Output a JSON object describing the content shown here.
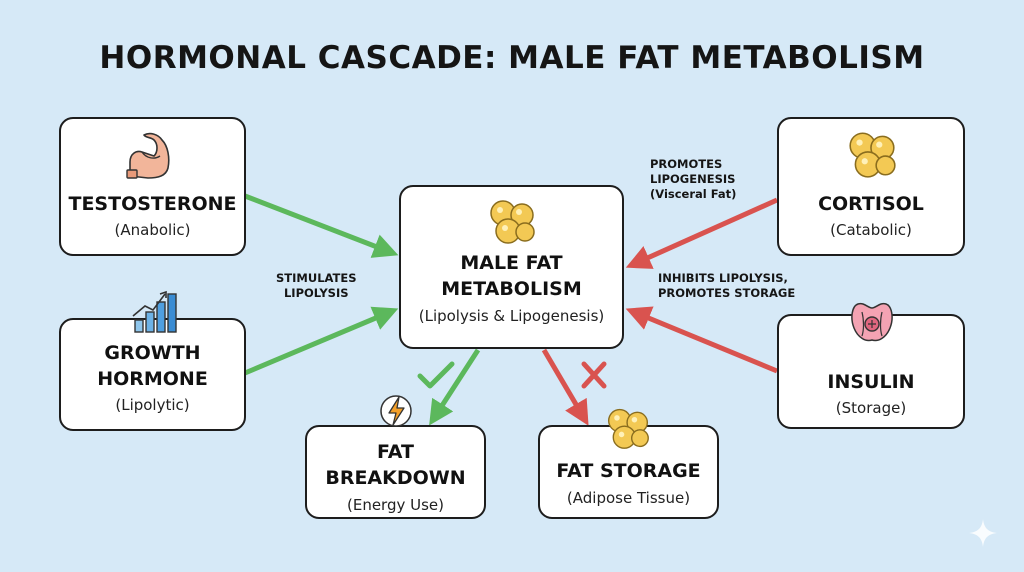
{
  "title": "HORMONAL CASCADE: MALE FAT METABOLISM",
  "colors": {
    "stimulate": "#5cb85c",
    "inhibit": "#d9534f",
    "background": "#d6e9f7",
    "fat_cell": "#f3c954"
  },
  "nodes": {
    "testosterone": {
      "name": "TESTOSTERONE",
      "sub": "(Anabolic)",
      "icon": "flexed-arm-icon"
    },
    "growth_hormone": {
      "name": "GROWTH\nHORMONE",
      "sub": "(Lipolytic)",
      "icon": "rising-bar-chart-icon"
    },
    "center": {
      "name": "MALE FAT\nMETABOLISM",
      "sub": "(Lipolysis & Lipogenesis)",
      "icon": "fat-cells-icon"
    },
    "cortisol": {
      "name": "CORTISOL",
      "sub": "(Catabolic)",
      "icon": "fat-cells-icon"
    },
    "insulin": {
      "name": "INSULIN",
      "sub": "(Storage)",
      "icon": "pancreas-icon"
    },
    "breakdown": {
      "name": "FAT\nBREAKDOWN",
      "sub": "(Energy Use)",
      "icon": "energy-bolt-icon"
    },
    "storage": {
      "name": "FAT STORAGE",
      "sub": "(Adipose Tissue)",
      "icon": "fat-cells-icon"
    }
  },
  "annotations": {
    "stimulates": "STIMULATES\nLIPOLYSIS",
    "promotes": "PROMOTES\nLIPOGENESIS\n(Visceral Fat)",
    "inhibits": "INHIBITS LIPOLYSIS,\nPROMOTES STORAGE"
  },
  "edges": [
    {
      "from": "testosterone",
      "to": "center",
      "effect": "stimulate"
    },
    {
      "from": "growth_hormone",
      "to": "center",
      "effect": "stimulate"
    },
    {
      "from": "cortisol",
      "to": "center",
      "effect": "inhibit"
    },
    {
      "from": "insulin",
      "to": "center",
      "effect": "inhibit"
    },
    {
      "from": "center",
      "to": "breakdown",
      "effect": "stimulate",
      "marker": "check-icon"
    },
    {
      "from": "center",
      "to": "storage",
      "effect": "inhibit",
      "marker": "cross-icon"
    }
  ]
}
